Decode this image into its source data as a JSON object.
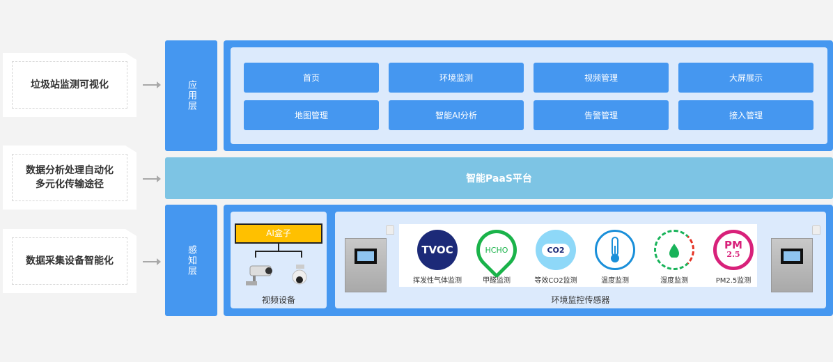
{
  "left_cards": [
    {
      "lines": [
        "垃圾站监测可视化"
      ]
    },
    {
      "lines": [
        "数据分析处理自动化",
        "多元化传输途径"
      ]
    },
    {
      "lines": [
        "数据采集设备智能化"
      ]
    }
  ],
  "layers": {
    "application": "应用层",
    "perception": "感知层"
  },
  "app_buttons": [
    "首页",
    "环境监测",
    "视频管理",
    "大屏展示",
    "地图管理",
    "智能AI分析",
    "告警管理",
    "接入管理"
  ],
  "paas": "智能PaaS平台",
  "video": {
    "ai_box": "AI盒子",
    "label": "视频设备"
  },
  "env": {
    "label": "环境监控传感器",
    "sensors": [
      {
        "icon_text": "TVOC",
        "label": "挥发性气体监测"
      },
      {
        "icon_text": "HCHO",
        "label": "甲醛监测"
      },
      {
        "icon_text": "CO2",
        "label": "等效CO2监测"
      },
      {
        "icon_text": "",
        "label": "温度监测"
      },
      {
        "icon_text": "",
        "label": "湿度监测"
      },
      {
        "icon_text": "PM",
        "icon_sub": "2.5",
        "label": "PM2.5监测"
      }
    ]
  },
  "colors": {
    "primary": "#4597f0",
    "paas": "#7dc4e4",
    "panel": "#dceafc",
    "ai_box": "#ffc000"
  }
}
